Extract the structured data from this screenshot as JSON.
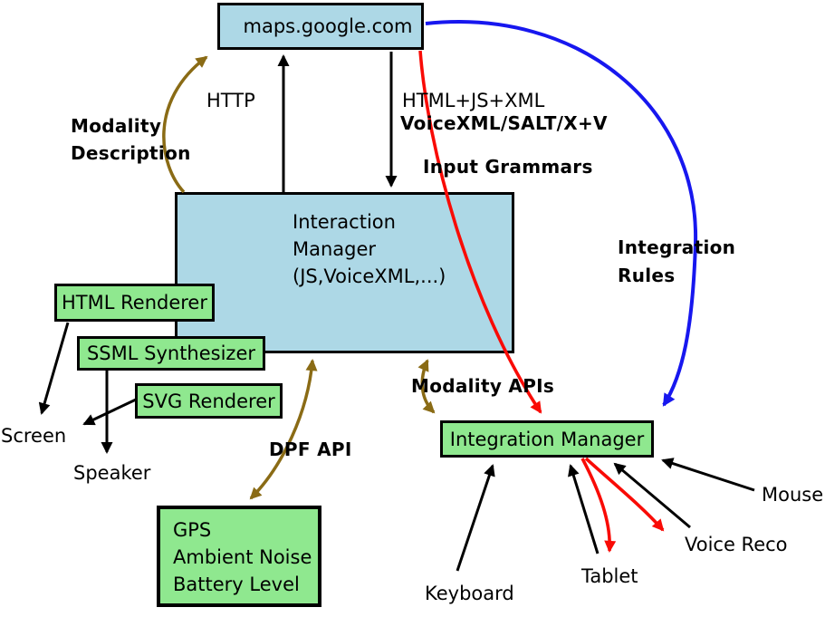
{
  "diagram_title": "Multimodal maps.google.com architecture diagram",
  "colors": {
    "box-blue": "#ADD8E6",
    "box-green": "#8FE88F",
    "arrow-black": "#000000",
    "arrow-red": "#F90B06",
    "arrow-blue": "#1717EF",
    "arrow-brown": "#8A6B15"
  },
  "boxes": {
    "maps": {
      "label": "maps.google.com"
    },
    "interaction_manager": {
      "lines": [
        "Interaction",
        "Manager",
        "(JS,VoiceXML,...)"
      ]
    },
    "html_renderer": {
      "label": "HTML Renderer"
    },
    "ssml_synthesizer": {
      "label": "SSML Synthesizer"
    },
    "svg_renderer": {
      "label": "SVG Renderer"
    },
    "gps": {
      "lines": [
        "GPS",
        "Ambient Noise",
        "Battery Level"
      ]
    },
    "integration_manager": {
      "label": "Integration Manager"
    }
  },
  "labels": {
    "http": "HTTP",
    "html_js_xml": "HTML+JS+XML",
    "voicexml_salt": "VoiceXML/SALT/X+V",
    "input_grammars": "Input Grammars",
    "modality_description": [
      "Modality",
      "Description"
    ],
    "integration_rules": [
      "Integration",
      "Rules"
    ],
    "modality_apis": "Modality APIs",
    "dpf_api": "DPF API",
    "screen": "Screen",
    "speaker": "Speaker",
    "keyboard": "Keyboard",
    "tablet": "Tablet",
    "voice_reco": "Voice Reco",
    "mouse": "Mouse"
  }
}
